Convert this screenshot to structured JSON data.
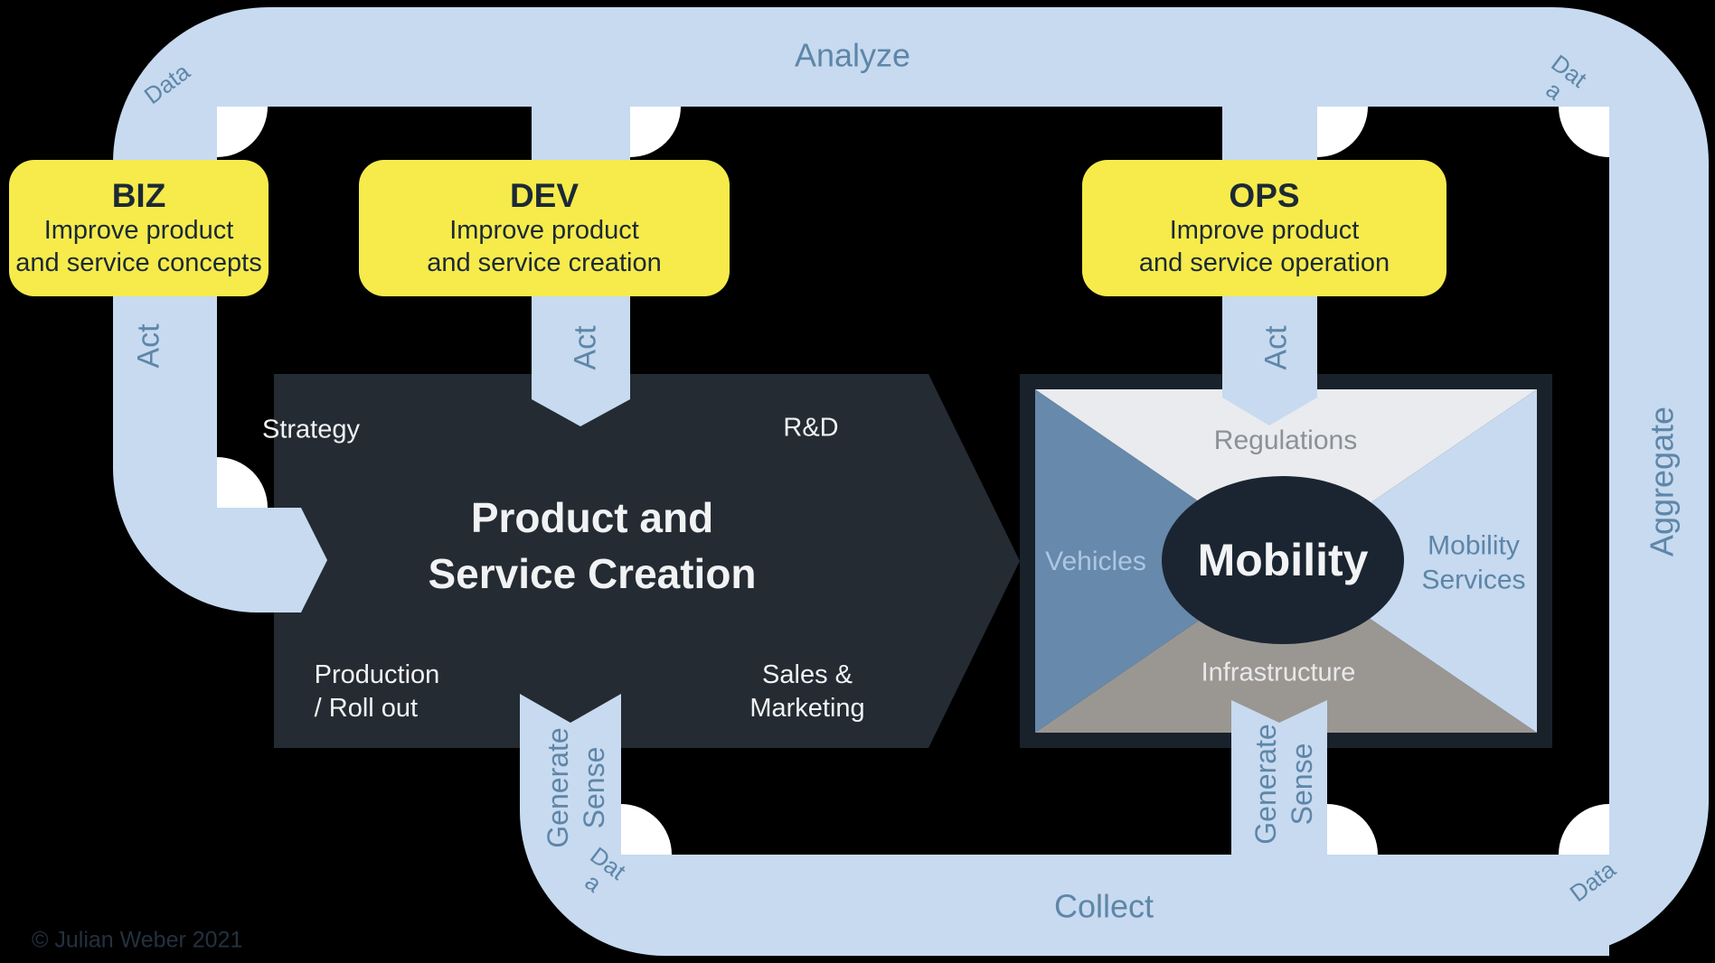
{
  "colors": {
    "background": "#000000",
    "pipe": "#c7daf0",
    "pipe_label": "#5e86a8",
    "inner_corner": "#ffffff",
    "box_yellow": "#f6eb4b",
    "box_text": "#1c2935",
    "process_arrow": "#242b33",
    "process_text": "#f1f2f3",
    "mobility_frame": "#19212b",
    "mobility_triangle_top": "#e9ebee",
    "mobility_triangle_left": "#6789ab",
    "mobility_triangle_right": "#c7daf0",
    "mobility_triangle_bottom": "#9a9792",
    "mobility_ellipse": "#1b2531"
  },
  "loop": {
    "analyze": "Analyze",
    "collect": "Collect",
    "aggregate": "Aggregate",
    "act": "Act",
    "generate": "Generate",
    "sense": "Sense",
    "data": "Data",
    "data_wrap_line1": "Dat",
    "data_wrap_line2": "a"
  },
  "boxes": {
    "biz": {
      "title": "BIZ",
      "line1": "Improve product",
      "line2": "and service concepts"
    },
    "dev": {
      "title": "DEV",
      "line1": "Improve product",
      "line2": "and service creation"
    },
    "ops": {
      "title": "OPS",
      "line1": "Improve product",
      "line2": "and service operation"
    }
  },
  "process_arrow": {
    "title_line1": "Product and",
    "title_line2": "Service Creation",
    "top_left": "Strategy",
    "top_right": "R&D",
    "bottom_left_line1": "Production",
    "bottom_left_line2": "/ Roll out",
    "bottom_right_line1": "Sales &",
    "bottom_right_line2": "Marketing"
  },
  "mobility": {
    "center": "Mobility",
    "top": "Regulations",
    "left": "Vehicles",
    "right_line1": "Mobility",
    "right_line2": "Services",
    "bottom": "Infrastructure"
  },
  "copyright": "© Julian Weber 2021"
}
